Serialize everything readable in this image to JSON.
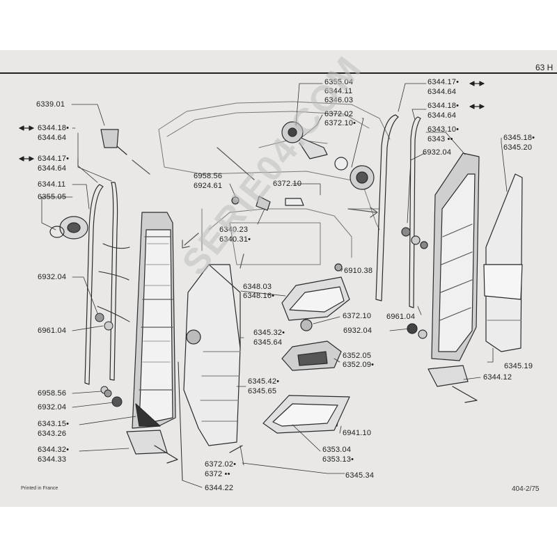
{
  "page": {
    "number": "63 H",
    "printed": "Printed in France",
    "plate": "404-2/75",
    "watermark": "SERIE04.COM"
  },
  "labels": [
    {
      "id": "l1",
      "text": "6339.01"
    },
    {
      "id": "l2",
      "text": "6344.18•"
    },
    {
      "id": "l3",
      "text": "6344.64"
    },
    {
      "id": "l4",
      "text": "6344.17•"
    },
    {
      "id": "l5",
      "text": "6344.64"
    },
    {
      "id": "l6",
      "text": "6344.11"
    },
    {
      "id": "l7",
      "text": "6355.05"
    },
    {
      "id": "l8",
      "text": "6932.04"
    },
    {
      "id": "l9",
      "text": "6961.04"
    },
    {
      "id": "l10",
      "text": "6958.56"
    },
    {
      "id": "l11",
      "text": "6932.04"
    },
    {
      "id": "l12",
      "text": "6343.15•"
    },
    {
      "id": "l13",
      "text": "6343.26"
    },
    {
      "id": "l14",
      "text": "6344.32•"
    },
    {
      "id": "l15",
      "text": "6344.33"
    },
    {
      "id": "l16",
      "text": "6355.04"
    },
    {
      "id": "l17",
      "text": "6344.11"
    },
    {
      "id": "l18",
      "text": "6346.03"
    },
    {
      "id": "l19",
      "text": "6372.02"
    },
    {
      "id": "l20",
      "text": "6372.10•"
    },
    {
      "id": "l21",
      "text": "6958.56"
    },
    {
      "id": "l22",
      "text": "6924.61"
    },
    {
      "id": "l23",
      "text": "6372.10"
    },
    {
      "id": "l24",
      "text": "6340.23"
    },
    {
      "id": "l25",
      "text": "6340.31•"
    },
    {
      "id": "l26",
      "text": "6910.38"
    },
    {
      "id": "l27",
      "text": "6348.03"
    },
    {
      "id": "l28",
      "text": "6348.16•"
    },
    {
      "id": "l29",
      "text": "6372.10"
    },
    {
      "id": "l30",
      "text": "6345.32•"
    },
    {
      "id": "l31",
      "text": "6345.64"
    },
    {
      "id": "l32",
      "text": "6352.05"
    },
    {
      "id": "l33",
      "text": "6352.09•"
    },
    {
      "id": "l34",
      "text": "6345.42•"
    },
    {
      "id": "l35",
      "text": "6345.65"
    },
    {
      "id": "l36",
      "text": "6941.10"
    },
    {
      "id": "l37",
      "text": "6353.04"
    },
    {
      "id": "l38",
      "text": "6353.13•"
    },
    {
      "id": "l39",
      "text": "6372.02•"
    },
    {
      "id": "l40",
      "text": "6372 ••"
    },
    {
      "id": "l41",
      "text": "6345.34"
    },
    {
      "id": "l42",
      "text": "6344.22"
    },
    {
      "id": "l43",
      "text": "6344.17•"
    },
    {
      "id": "l44",
      "text": "6344.64"
    },
    {
      "id": "l45",
      "text": "6344.18•"
    },
    {
      "id": "l46",
      "text": "6344.64"
    },
    {
      "id": "l47",
      "text": "6343.10•"
    },
    {
      "id": "l48",
      "text": "6343 ••"
    },
    {
      "id": "l49",
      "text": "6932.04"
    },
    {
      "id": "l50",
      "text": "6345.18•"
    },
    {
      "id": "l51",
      "text": "6345.20"
    },
    {
      "id": "l52",
      "text": "6961.04"
    },
    {
      "id": "l53",
      "text": "6932.04"
    },
    {
      "id": "l54",
      "text": "6345.19"
    },
    {
      "id": "l55",
      "text": "6344.12"
    }
  ]
}
